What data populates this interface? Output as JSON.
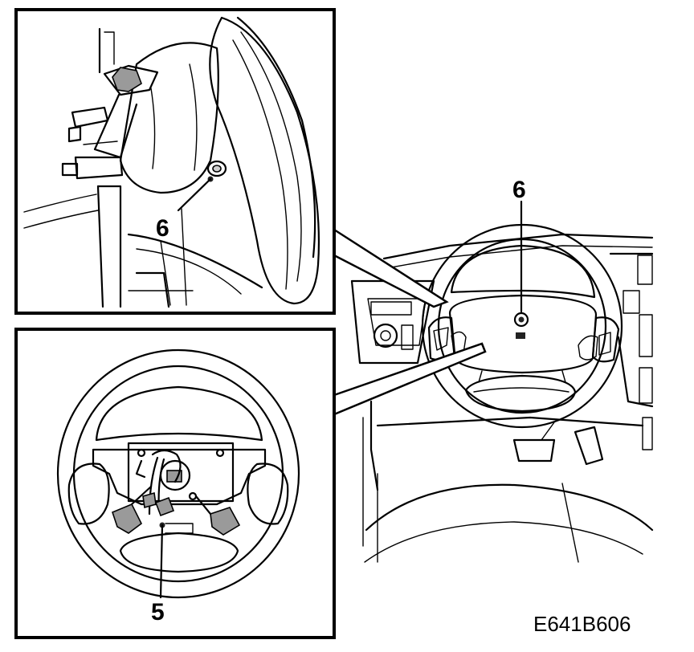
{
  "figure": {
    "code": "E641B606",
    "callouts": {
      "inset_top": "6",
      "main_view": "6",
      "inset_bottom": "5"
    }
  },
  "colors": {
    "ink": "#000000",
    "paper": "#ffffff",
    "shade": "#9a9a9a"
  }
}
